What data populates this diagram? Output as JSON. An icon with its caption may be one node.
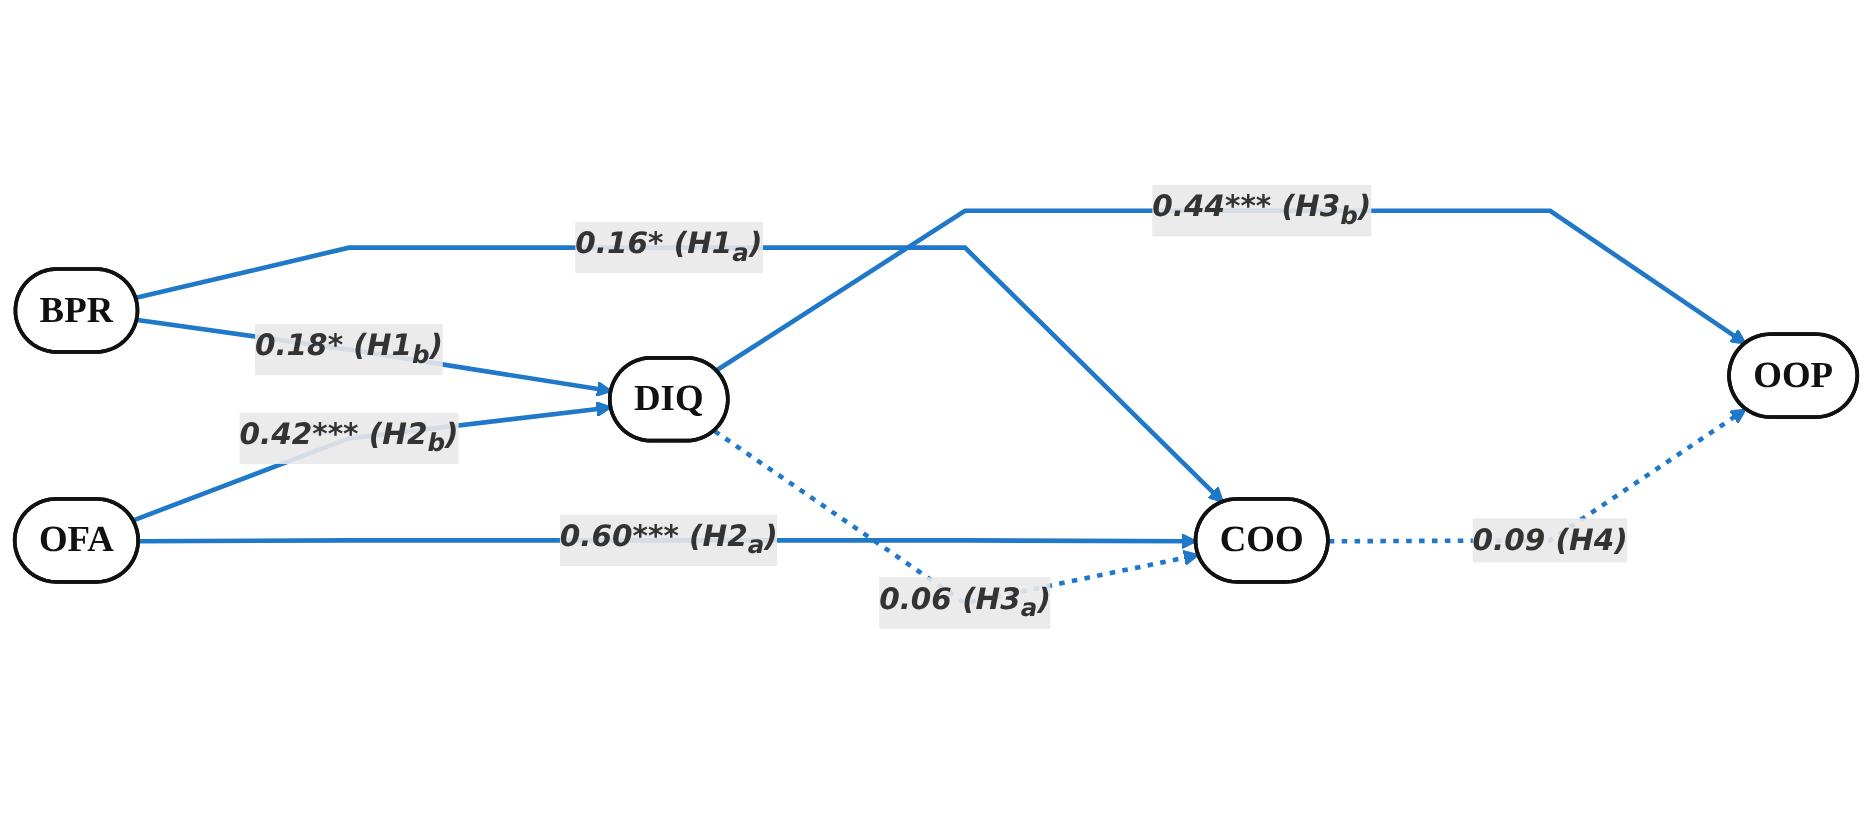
{
  "diagram": {
    "nodes": [
      {
        "text": [
          "BPR"
        ]
      },
      {
        "text": [
          "OFA"
        ]
      },
      {
        "text": [
          "COO"
        ]
      },
      {
        "text": [
          "DIQ"
        ]
      },
      {
        "text": [
          "OOP"
        ]
      }
    ],
    "edges": [
      {
        "from": 0,
        "to": 2,
        "arrow": "to",
        "label": "0.16* (H1$_{a}$)"
      },
      {
        "from": 0,
        "to": 3,
        "arrow": "to",
        "label": "0.18* (H1$_{b}$)"
      },
      {
        "from": 1,
        "to": 2,
        "arrow": "to",
        "label": "0.60*** (H2$_{a}$)"
      },
      {
        "from": 1,
        "to": 3,
        "arrow": "to",
        "label": "0.42*** (H2$_{b}$)"
      },
      {
        "from": 3,
        "to": 2,
        "arrow": "to",
        "label": "0.06 (H3$_{a}$)",
        "style": "dashed"
      },
      {
        "from": 3,
        "to": 4,
        "arrow": "to",
        "label": "0.44*** (H3$_{b}$)"
      },
      {
        "from": 2,
        "to": 4,
        "arrow": "to",
        "label": "0.09 (H4)",
        "style": "dashed"
      }
    ]
  }
}
